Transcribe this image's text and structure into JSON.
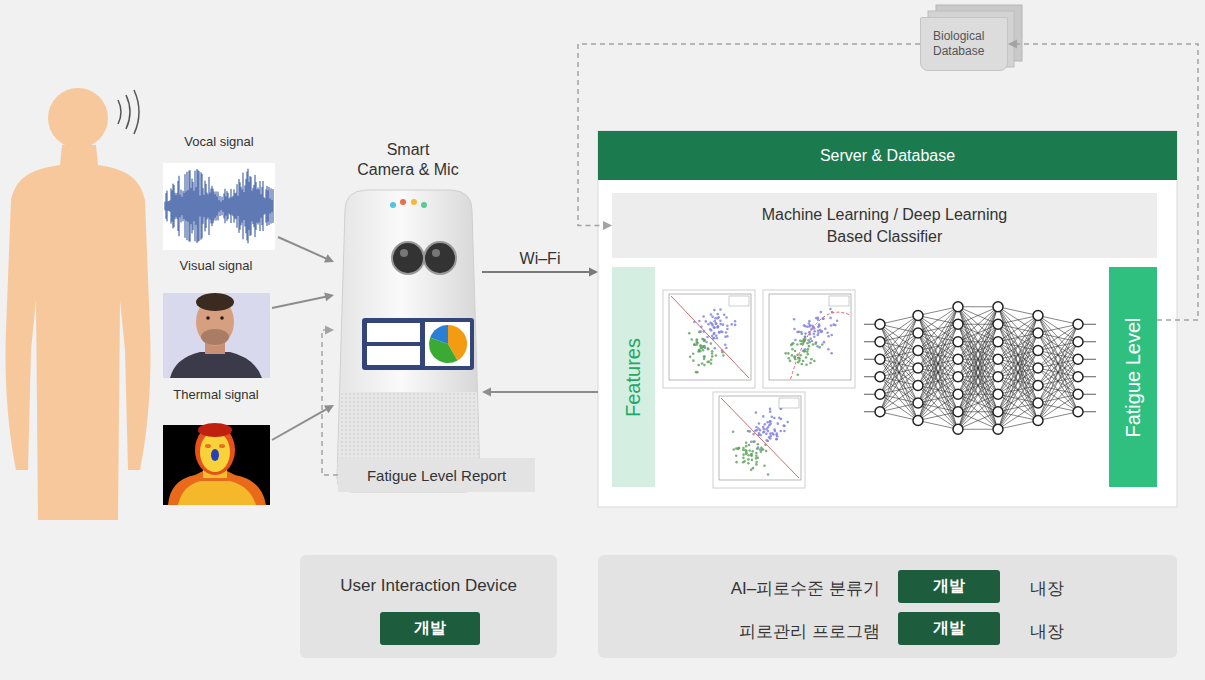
{
  "diagram": {
    "nodes": [
      {
        "text": [
          "Biological Database"
        ]
      },
      {
        "text": [
          "Smart Camera & Mic"
        ]
      },
      {
        "text": [
          "Server & Database"
        ]
      },
      {
        "text": [
          "Machine Learning / Deep Learning Based Classifier"
        ],
        "in": 2
      },
      {
        "text": [
          "Features"
        ],
        "in": 2
      },
      {
        "text": [
          "Fatigue Level"
        ],
        "in": 2
      },
      {
        "text": [
          "Fatigue Level Report"
        ]
      },
      {
        "text": [
          "Vocal signal"
        ]
      },
      {
        "text": [
          "Visual signal"
        ]
      },
      {
        "text": [
          "Thermal signal"
        ]
      },
      {
        "text": [
          "User Interaction Device"
        ]
      },
      {
        "text": [
          "개발"
        ],
        "in": 10
      },
      {
        "text": [
          "AI–피로수준 분류기",
          "내장",
          "피로관리 프로그램",
          "내장"
        ]
      },
      {
        "text": [
          "개발"
        ],
        "in": 12
      },
      {
        "text": [
          "개발"
        ],
        "in": 12
      }
    ],
    "edges": [
      {
        "from": 7,
        "to": 1,
        "arrow": "to"
      },
      {
        "from": 8,
        "to": 1,
        "arrow": "to"
      },
      {
        "from": 9,
        "to": 1,
        "arrow": "to"
      },
      {
        "from": 1,
        "to": 2,
        "label": "Wi–Fi",
        "arrow": "to"
      },
      {
        "from": 2,
        "to": 1,
        "arrow": "to"
      },
      {
        "from": 6,
        "to": 1,
        "arrow": "to"
      },
      {
        "from": 0,
        "to": 3,
        "arrow": "to"
      },
      {
        "from": 5,
        "to": 0,
        "arrow": "to"
      }
    ]
  }
}
